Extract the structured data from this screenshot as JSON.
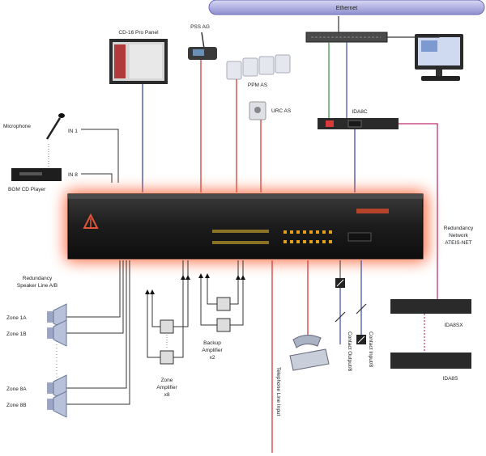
{
  "top_bar": {
    "label": "Ethernet"
  },
  "devices": {
    "cd16_panel": "CD-16 Pro Panel",
    "pss_ag": "PSS AG",
    "ppm_as": "PPM AS",
    "urc_as": "URC AS",
    "ida8c": "IDA8C",
    "microphone": "Microphone",
    "bgm_player": "BGM CD Player",
    "ida8sx": "IDA8SX",
    "ida8s": "IDA8S"
  },
  "inputs": {
    "in1": "IN 1",
    "in8": "IN 8"
  },
  "redundancy_network": {
    "line1": "Redundancy",
    "line2": "Network",
    "line3": "ATEIS-NET"
  },
  "speaker_lines": {
    "line1": "Redundancy",
    "line2": "Speaker Line A/B"
  },
  "zones": [
    "Zone 1A",
    "Zone 1B",
    "Zone 8A",
    "Zone 8B"
  ],
  "zone_amplifier": {
    "line1": "Zone",
    "line2": "Amplifier",
    "line3": "x8"
  },
  "backup_amplifier": {
    "line1": "Backup",
    "line2": "Amplifier",
    "line3": "x2"
  },
  "vertical_labels": {
    "telephone": "Telephone Line Input",
    "contact_output": "Contact Output/8",
    "contact_input": "Contact Input/8"
  },
  "colors": {
    "ethernet_bar": "#9a9ad8",
    "glow": "#ff5a2a",
    "red_wire": "#d83a3a",
    "blue_wire": "#3a4aa0",
    "magenta_wire": "#c03070"
  }
}
